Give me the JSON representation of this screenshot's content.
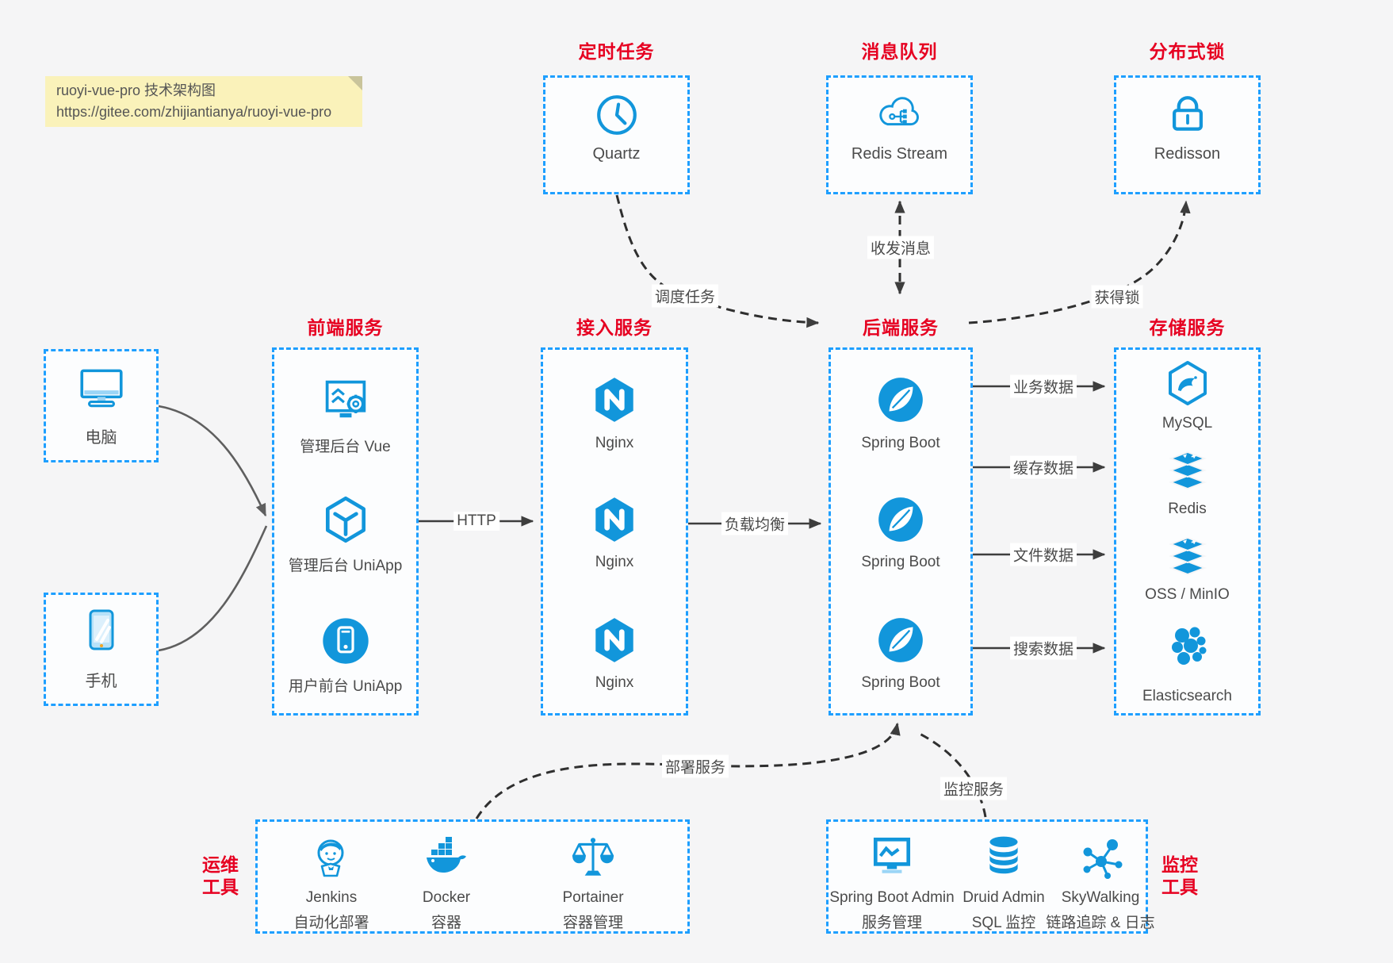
{
  "note": {
    "line1": "ruoyi-vue-pro 技术架构图",
    "line2": "https://gitee.com/zhijiantianya/ruoyi-vue-pro"
  },
  "colors": {
    "accent_blue": "#1296db",
    "border_blue": "#1e9fff",
    "title_red": "#e60021",
    "line_dark": "#3d3d3d",
    "note_bg": "#faf2ba"
  },
  "groups": {
    "scheduled": {
      "title": "定时任务",
      "item": "Quartz"
    },
    "mq": {
      "title": "消息队列",
      "item": "Redis Stream"
    },
    "lock": {
      "title": "分布式锁",
      "item": "Redisson"
    },
    "clients": {
      "computer": "电脑",
      "phone": "手机"
    },
    "frontend": {
      "title": "前端服务",
      "items": [
        "管理后台 Vue",
        "管理后台 UniApp",
        "用户前台 UniApp"
      ]
    },
    "gateway": {
      "title": "接入服务",
      "items": [
        "Nginx",
        "Nginx",
        "Nginx"
      ]
    },
    "backend": {
      "title": "后端服务",
      "items": [
        "Spring Boot",
        "Spring Boot",
        "Spring Boot"
      ]
    },
    "storage": {
      "title": "存储服务",
      "items": [
        "MySQL",
        "Redis",
        "OSS / MinIO",
        "Elasticsearch"
      ]
    },
    "ops": {
      "title1": "运维",
      "title2": "工具",
      "items": [
        {
          "name": "Jenkins",
          "desc": "自动化部署"
        },
        {
          "name": "Docker",
          "desc": "容器"
        },
        {
          "name": "Portainer",
          "desc": "容器管理"
        }
      ]
    },
    "monitor": {
      "title1": "监控",
      "title2": "工具",
      "items": [
        {
          "name": "Spring Boot Admin",
          "desc": "服务管理"
        },
        {
          "name": "Druid Admin",
          "desc": "SQL 监控"
        },
        {
          "name": "SkyWalking",
          "desc": "链路追踪 & 日志"
        }
      ]
    }
  },
  "edges": {
    "http": "HTTP",
    "lb": "负载均衡",
    "biz": "业务数据",
    "cache": "缓存数据",
    "file": "文件数据",
    "search": "搜索数据",
    "schedule": "调度任务",
    "msg": "收发消息",
    "lock": "获得锁",
    "deploy": "部署服务",
    "monitor": "监控服务"
  }
}
